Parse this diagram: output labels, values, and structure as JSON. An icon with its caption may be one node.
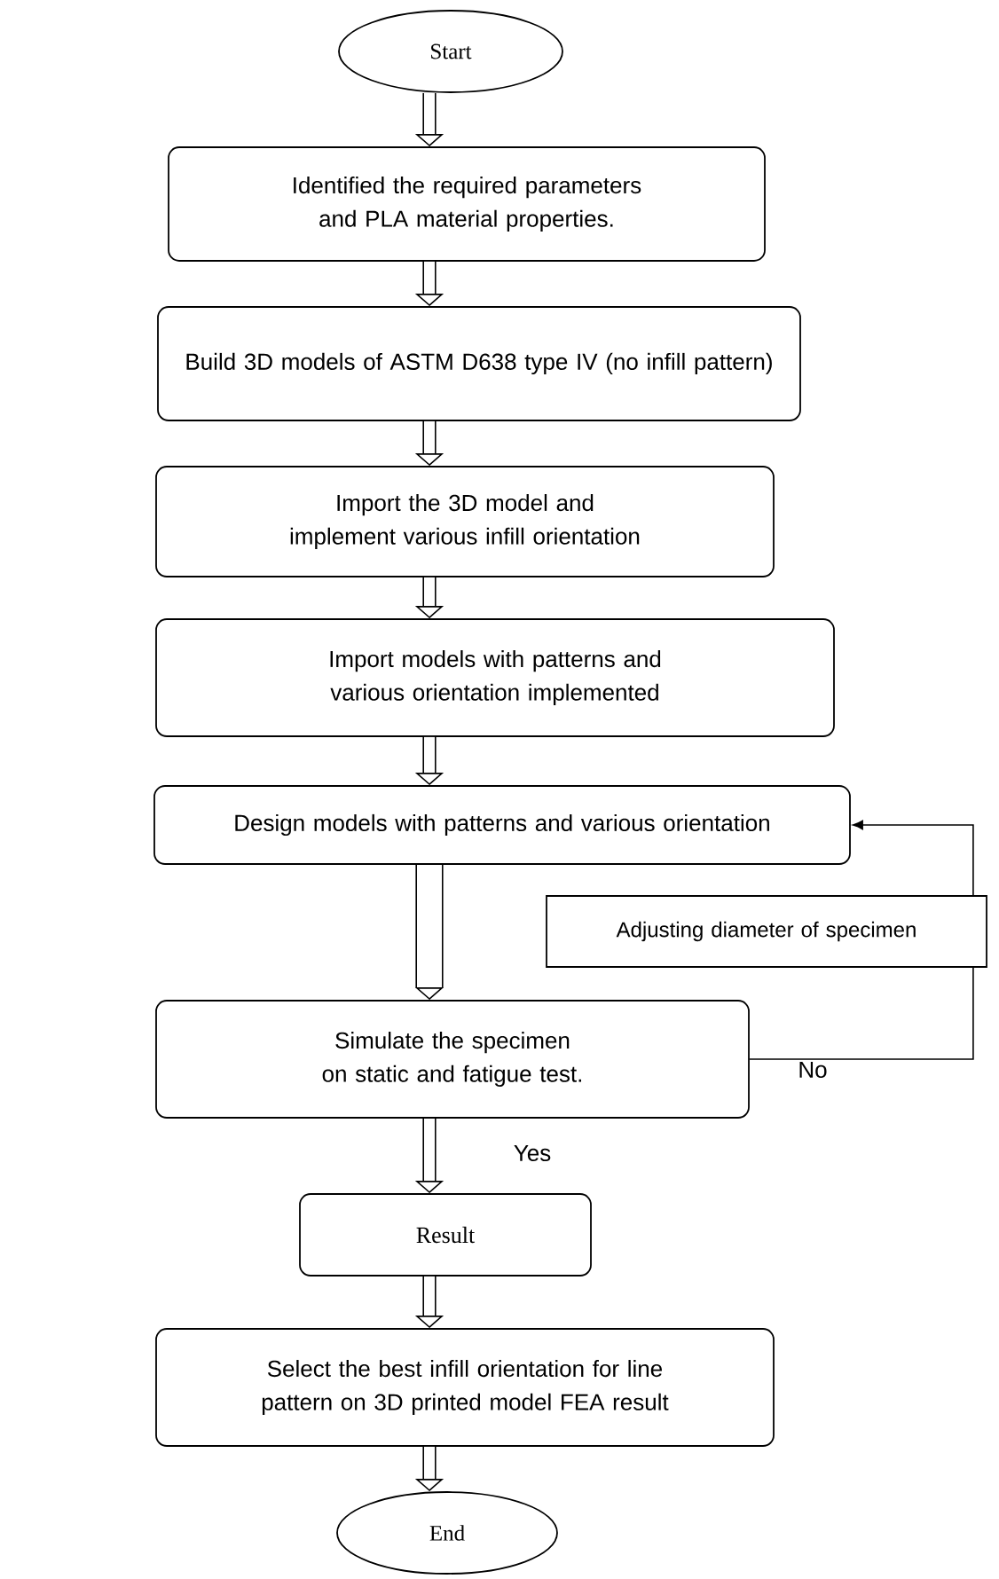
{
  "diagram": {
    "nodes": [
      {
        "text": [
          "Start"
        ]
      },
      {
        "text": [
          "Identified the required parameters and PLA material properties."
        ]
      },
      {
        "text": [
          "Build 3D models of ASTM D638 type IV (no infill pattern)"
        ]
      },
      {
        "text": [
          "Import the 3D model and implement various infill orientation"
        ]
      },
      {
        "text": [
          "Import models with patterns and various orientation implemented"
        ]
      },
      {
        "text": [
          "Design models with patterns and various orientation"
        ]
      },
      {
        "text": [
          "Adjusting diameter of specimen"
        ]
      },
      {
        "text": [
          "Simulate the specimen on static and fatigue test."
        ]
      },
      {
        "text": [
          "Result"
        ]
      },
      {
        "text": [
          "Select the best infill orientation for line pattern on 3D printed model FEA result"
        ]
      },
      {
        "text": [
          "End"
        ]
      }
    ],
    "edges": [
      {
        "from": 0,
        "to": 1,
        "arrow": "to"
      },
      {
        "from": 1,
        "to": 2,
        "arrow": "to"
      },
      {
        "from": 2,
        "to": 3,
        "arrow": "to"
      },
      {
        "from": 3,
        "to": 4,
        "arrow": "to"
      },
      {
        "from": 4,
        "to": 5,
        "arrow": "to"
      },
      {
        "from": 5,
        "to": 7,
        "arrow": "to",
        "style": "thick"
      },
      {
        "from": 7,
        "to": 8,
        "arrow": "to",
        "label": "Yes"
      },
      {
        "from": 8,
        "to": 9,
        "arrow": "to"
      },
      {
        "from": 9,
        "to": 10,
        "arrow": "to"
      },
      {
        "from": 7,
        "to": 6,
        "arrow": "none",
        "label": "No"
      },
      {
        "from": 6,
        "to": 5,
        "arrow": "to"
      }
    ]
  }
}
